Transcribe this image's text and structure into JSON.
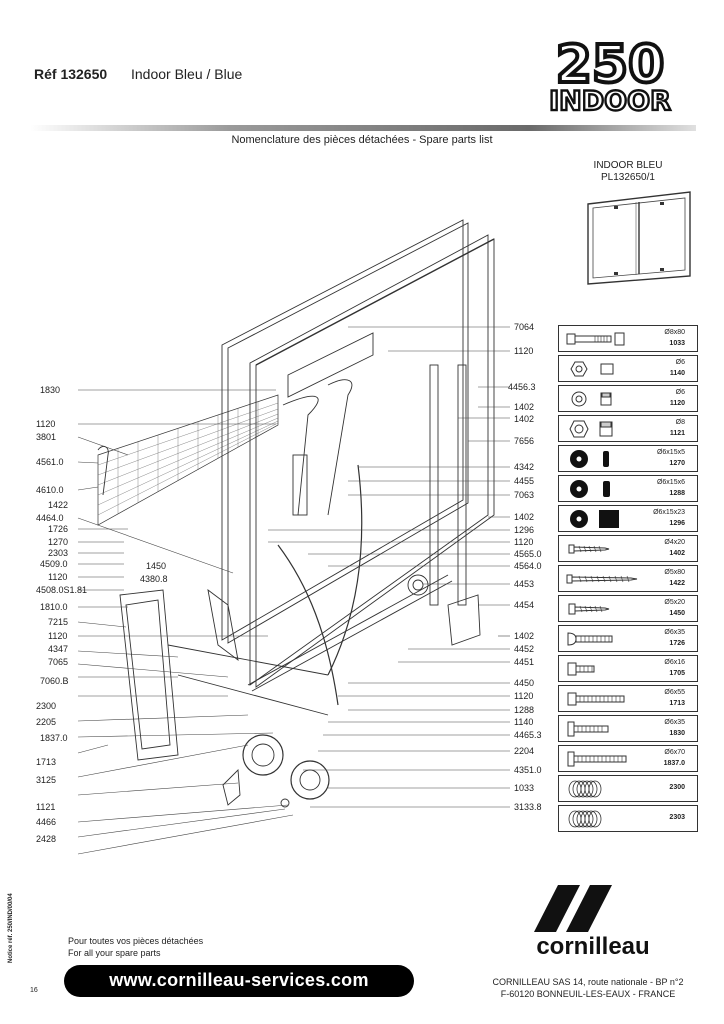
{
  "header": {
    "ref": "Réf 132650",
    "model": "Indoor Bleu / Blue",
    "logo_number": "250",
    "logo_word": "INDOOR"
  },
  "subtitle": "Nomenclature des pièces détachées  -  Spare parts list",
  "thumbnail": {
    "line1": "INDOOR  BLEU",
    "line2": "PL132650/1"
  },
  "left_labels": [
    "1830",
    "1120",
    "3801",
    "4561.0",
    "4610.0",
    "1422",
    "4464.0",
    "1726",
    "1270",
    "2303",
    "4509.0",
    "1120",
    "4508.0S1.81",
    "1810.0",
    "7215",
    "1120",
    "4347",
    "7065",
    "7060.B",
    "2300",
    "2205",
    "1837.0",
    "1713",
    "3125",
    "1121",
    "4466",
    "2428"
  ],
  "mid_labels": [
    "1450",
    "4380.8"
  ],
  "right_labels": [
    "7064",
    "1120",
    "4456.3",
    "1402",
    "1402",
    "7656",
    "4342",
    "4455",
    "7063",
    "1402",
    "1296",
    "1120",
    "4565.0",
    "4564.0",
    "4453",
    "4454",
    "1402",
    "4452",
    "4451",
    "4450",
    "1120",
    "1288",
    "1140",
    "4465.3",
    "2204",
    "4351.0",
    "1033",
    "3133.8"
  ],
  "parts": [
    {
      "dim": "Ø8x80",
      "code": "1033",
      "icon": "hex-bolt-with-nut"
    },
    {
      "dim": "Ø6",
      "code": "1140",
      "icon": "hex-nut"
    },
    {
      "dim": "Ø6",
      "code": "1120",
      "icon": "lock-nut"
    },
    {
      "dim": "Ø8",
      "code": "1121",
      "icon": "lock-nut-large"
    },
    {
      "dim": "Ø6x15x5",
      "code": "1270",
      "icon": "black-washer"
    },
    {
      "dim": "Ø6x15x6",
      "code": "1288",
      "icon": "black-washer"
    },
    {
      "dim": "Ø6x15x23",
      "code": "1296",
      "icon": "washer-with-spacer"
    },
    {
      "dim": "Ø4x20",
      "code": "1402",
      "icon": "wood-screw"
    },
    {
      "dim": "Ø5x80",
      "code": "1422",
      "icon": "long-wood-screw"
    },
    {
      "dim": "Ø5x20",
      "code": "1450",
      "icon": "wood-screw"
    },
    {
      "dim": "Ø6x35",
      "code": "1726",
      "icon": "button-head-bolt"
    },
    {
      "dim": "Ø6x16",
      "code": "1705",
      "icon": "hex-bolt"
    },
    {
      "dim": "Ø6x55",
      "code": "1713",
      "icon": "hex-bolt-long"
    },
    {
      "dim": "Ø6x35",
      "code": "1830",
      "icon": "pan-head-screw"
    },
    {
      "dim": "Ø6x70",
      "code": "1837.0",
      "icon": "pan-head-screw-long"
    },
    {
      "dim": "",
      "code": "2300",
      "icon": "ring-stack"
    },
    {
      "dim": "",
      "code": "2303",
      "icon": "ring-stack"
    }
  ],
  "footer": {
    "side_code": "Notice réf. 250/IND/00/04",
    "page_number": "16",
    "line1": "Pour toutes vos pièces détachées",
    "line2": "For all your spare parts",
    "url": "www.cornilleau-services.com",
    "brand": "cornilleau",
    "address1": "CORNILLEAU SAS  14, route nationale - BP n°2",
    "address2": "F-60120 BONNEUIL-LES-EAUX - FRANCE"
  }
}
